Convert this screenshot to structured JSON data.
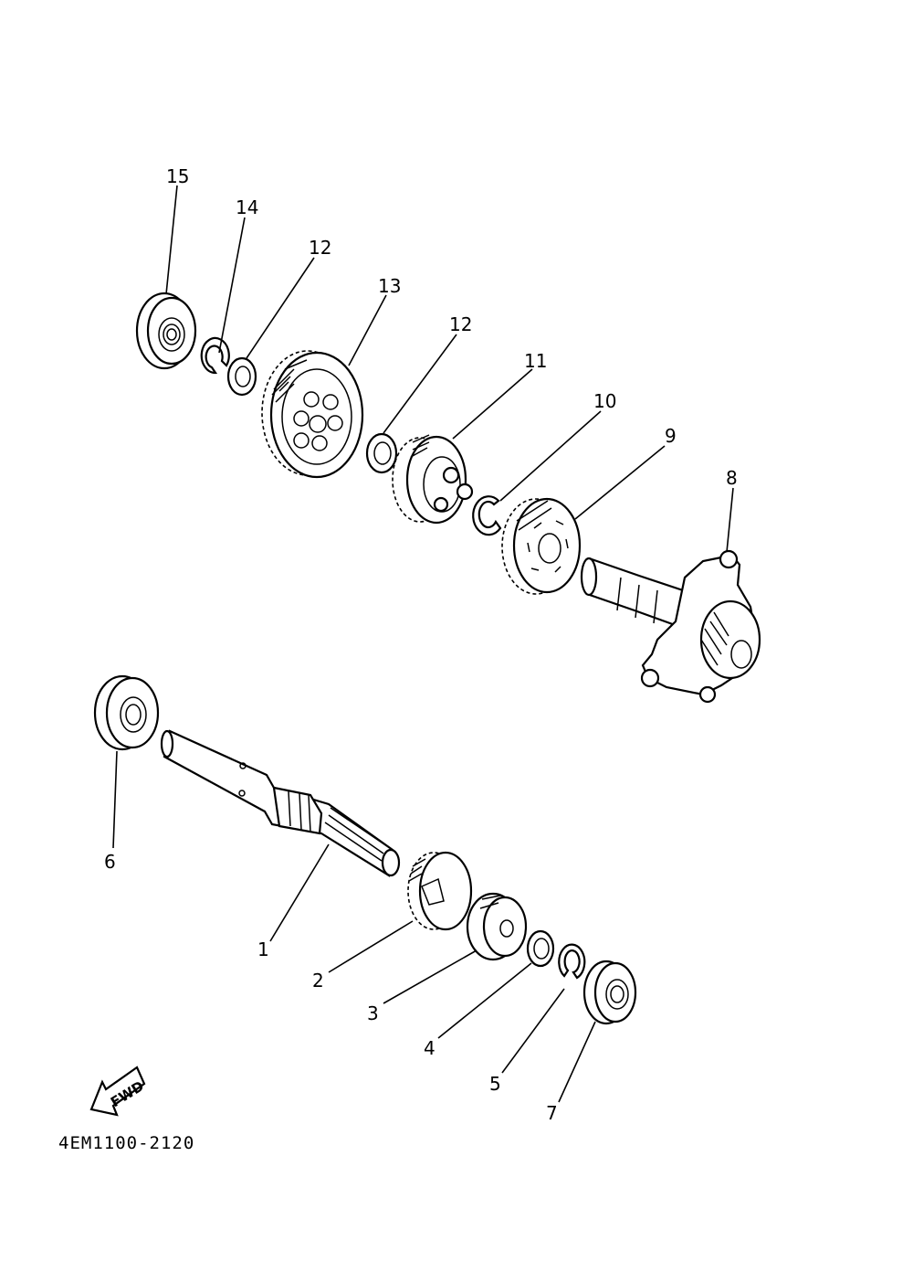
{
  "labels": {
    "p1": "1",
    "p2": "2",
    "p3": "3",
    "p4": "4",
    "p5": "5",
    "p6": "6",
    "p7": "7",
    "p8": "8",
    "p9": "9",
    "p10": "10",
    "p11": "11",
    "p12a": "12",
    "p12b": "12",
    "p13": "13",
    "p14": "14",
    "p15": "15"
  },
  "fwd_label": "FWD",
  "diagram_code": "4EM1100-2120"
}
